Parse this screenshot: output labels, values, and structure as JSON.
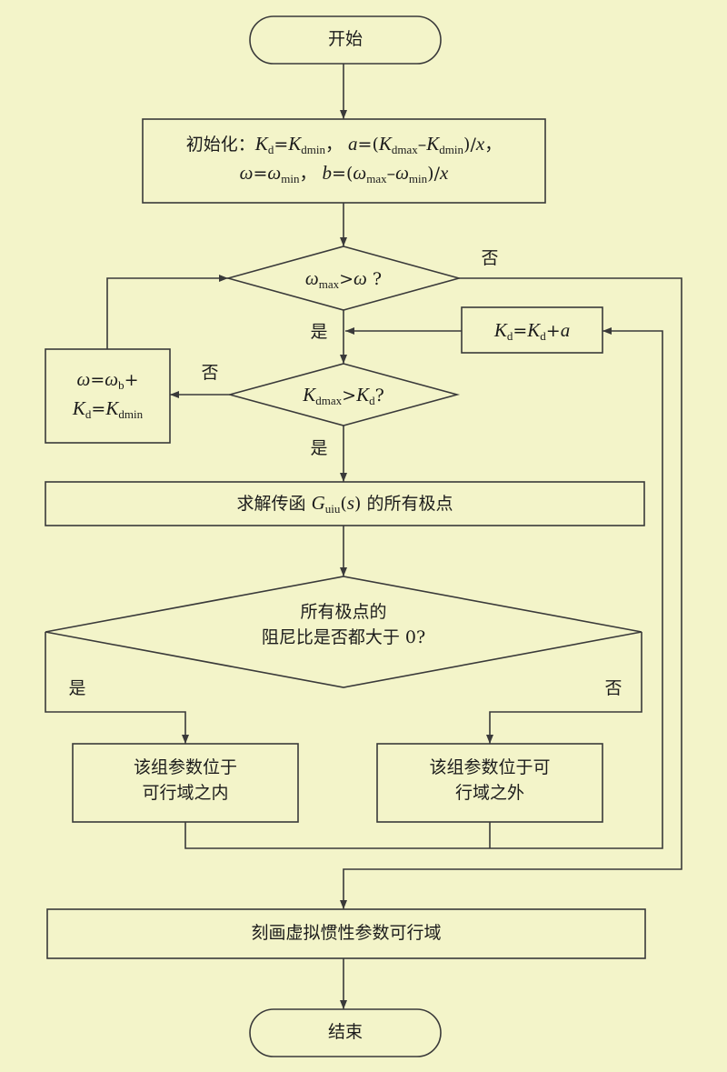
{
  "colors": {
    "background": "#f3f4c9",
    "stroke": "#3a3a3a",
    "text": "#1c1c1c"
  },
  "nodes": {
    "start": "开始",
    "init_prefix": "初始化：",
    "cond_omega_q": "?",
    "kd_update_plus": "+",
    "cond_kd_q": "?",
    "reset_plus": "+",
    "solve_prefix": "求解传函",
    "solve_suffix": "的所有极点",
    "damping_line1": "所有极点的",
    "damping_line2": "阻尼比是否都大于 0?",
    "inside_line1": "该组参数位于",
    "inside_line2": "可行域之内",
    "outside_line1": "该组参数位于可",
    "outside_line2": "行域之外",
    "draw_region": "刻画虚拟惯性参数可行域",
    "end": "结束"
  },
  "edge_labels": {
    "omega_no": "否",
    "omega_yes": "是",
    "kd_no": "否",
    "kd_yes": "是",
    "damping_yes": "是",
    "damping_no": "否"
  }
}
